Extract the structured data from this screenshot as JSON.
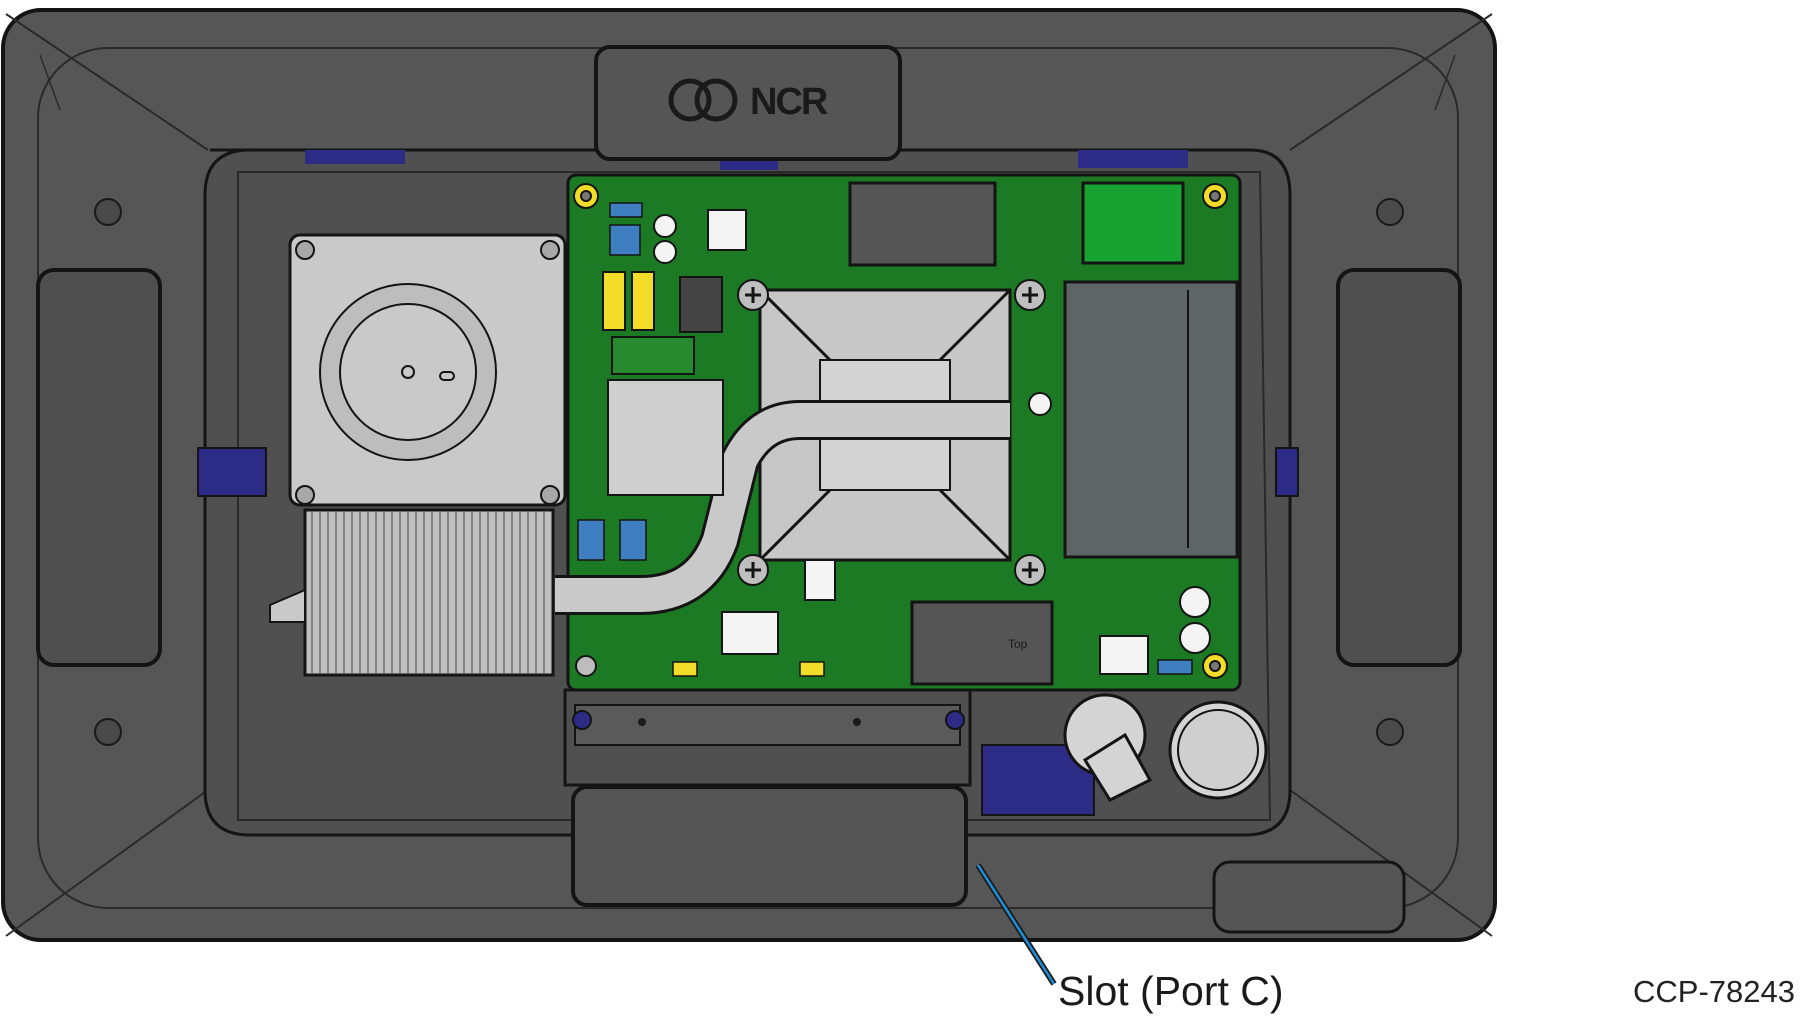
{
  "brand": {
    "logo_text": "NCR"
  },
  "board": {
    "silkscreen_top": "Top"
  },
  "callouts": [
    {
      "label": "Slot (Port C)"
    }
  ],
  "figure": {
    "reference": "CCP-78243"
  },
  "colors": {
    "housing": "#565656",
    "housing_edge": "#141414",
    "pcb_green": "#1c7a24",
    "heatsink": "#c9c9c9",
    "connector_blue": "#2c2c86",
    "port_blue": "#3f7ec0",
    "yellow_part": "#f2dc2a",
    "leader_line": "#1e8fd6"
  }
}
